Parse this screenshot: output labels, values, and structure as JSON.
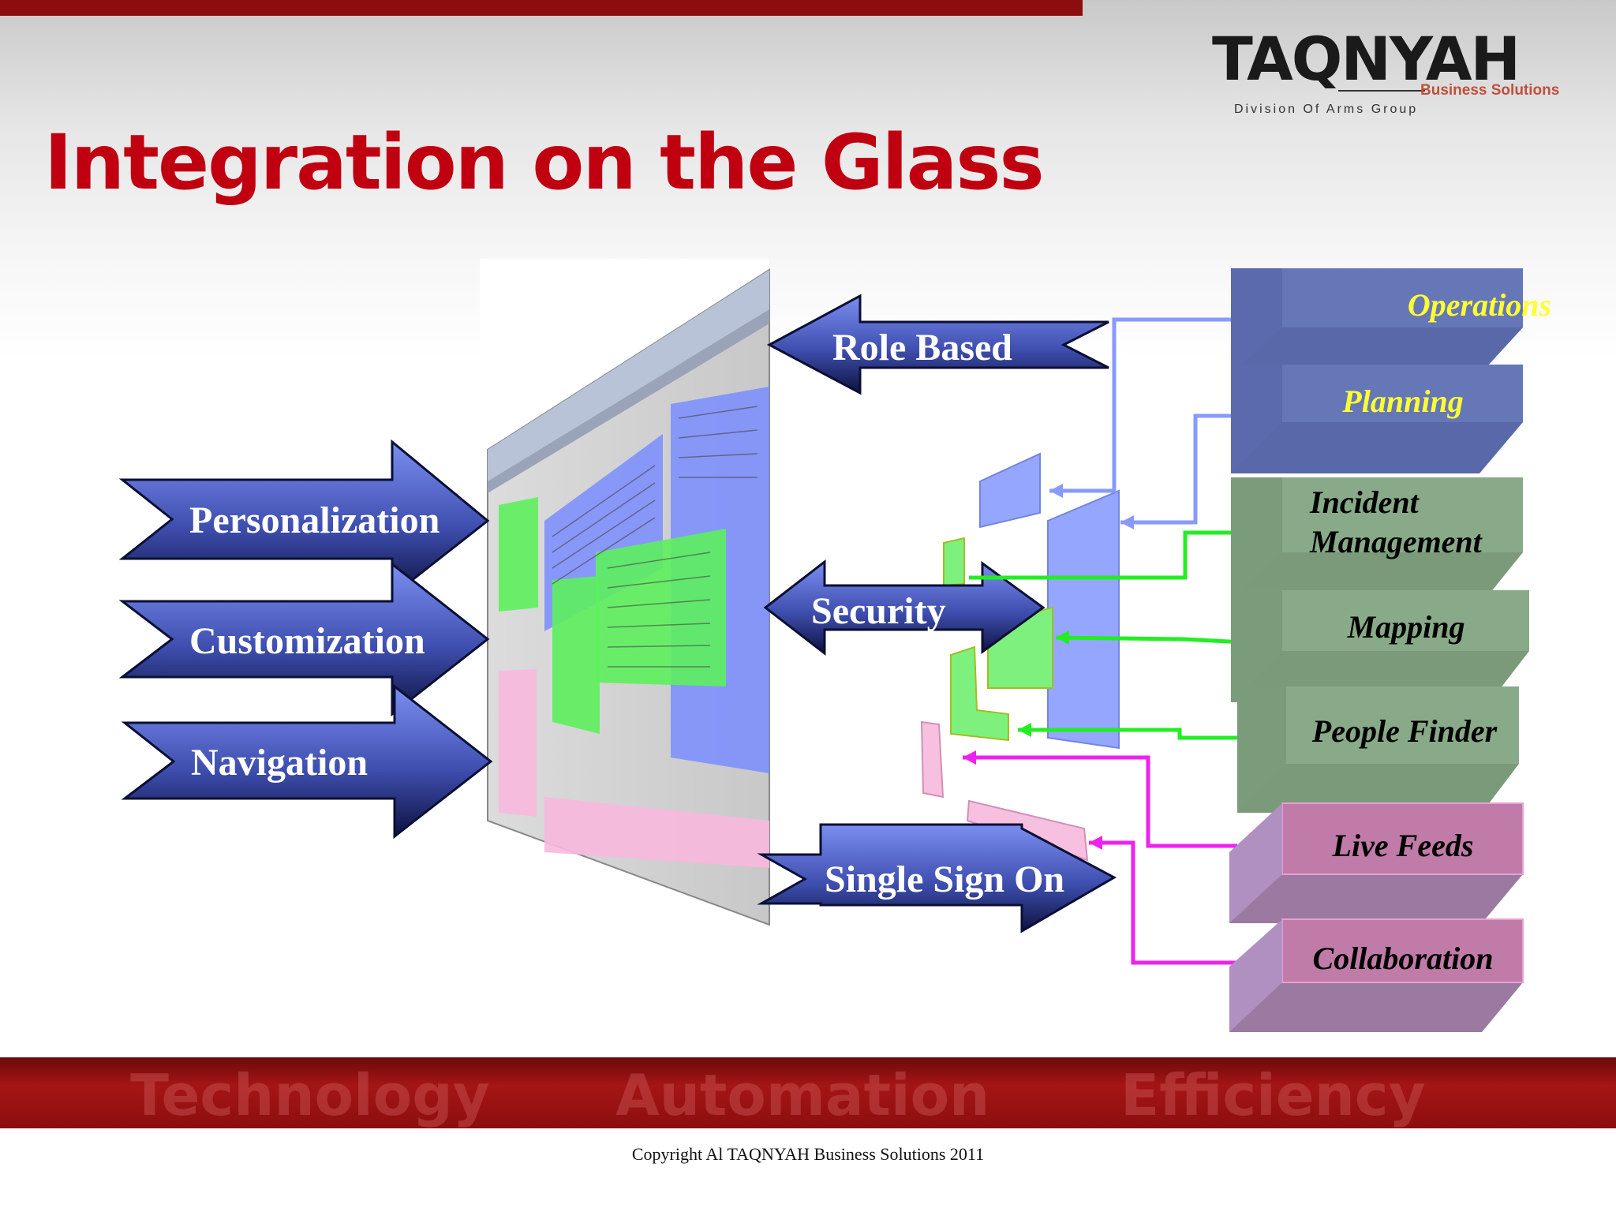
{
  "slide": {
    "title": "Integration on the Glass",
    "copyright": "Copyright Al TAQNYAH Business Solutions 2011"
  },
  "logo": {
    "name": "TAQNYAH",
    "tagline": "Business Solutions",
    "division": "Division Of Arms Group"
  },
  "footer_banner": [
    "Technology",
    "Automation",
    "Efficiency"
  ],
  "left_arrows": [
    {
      "label": "Personalization",
      "color": "#4a5fbd"
    },
    {
      "label": "Customization",
      "color": "#4a5fbd"
    },
    {
      "label": "Navigation",
      "color": "#4a5fbd"
    }
  ],
  "center_arrows": {
    "role_based": "Role Based",
    "security": "Security",
    "single_sign_on": "Single Sign On"
  },
  "right_blocks": [
    {
      "label": "Operations",
      "group": "blue",
      "text_color": "#ffff33"
    },
    {
      "label": "Planning",
      "group": "blue",
      "text_color": "#ffff33"
    },
    {
      "label": "Incident Management",
      "group": "green",
      "text_color": "#000000"
    },
    {
      "label": "Mapping",
      "group": "green",
      "text_color": "#000000"
    },
    {
      "label": "People Finder",
      "group": "green",
      "text_color": "#000000"
    },
    {
      "label": "Live Feeds",
      "group": "pink",
      "text_color": "#000000"
    },
    {
      "label": "Collaboration",
      "group": "pink",
      "text_color": "#000000"
    }
  ],
  "colors": {
    "title_red": "#c00010",
    "block_blue": "#6677b8",
    "block_green": "#88aa88",
    "block_pink": "#c07ba8",
    "connector_blue": "#8899ff",
    "connector_green": "#22ee22",
    "connector_magenta": "#ee22ee",
    "footer_red": "#9a1010"
  }
}
